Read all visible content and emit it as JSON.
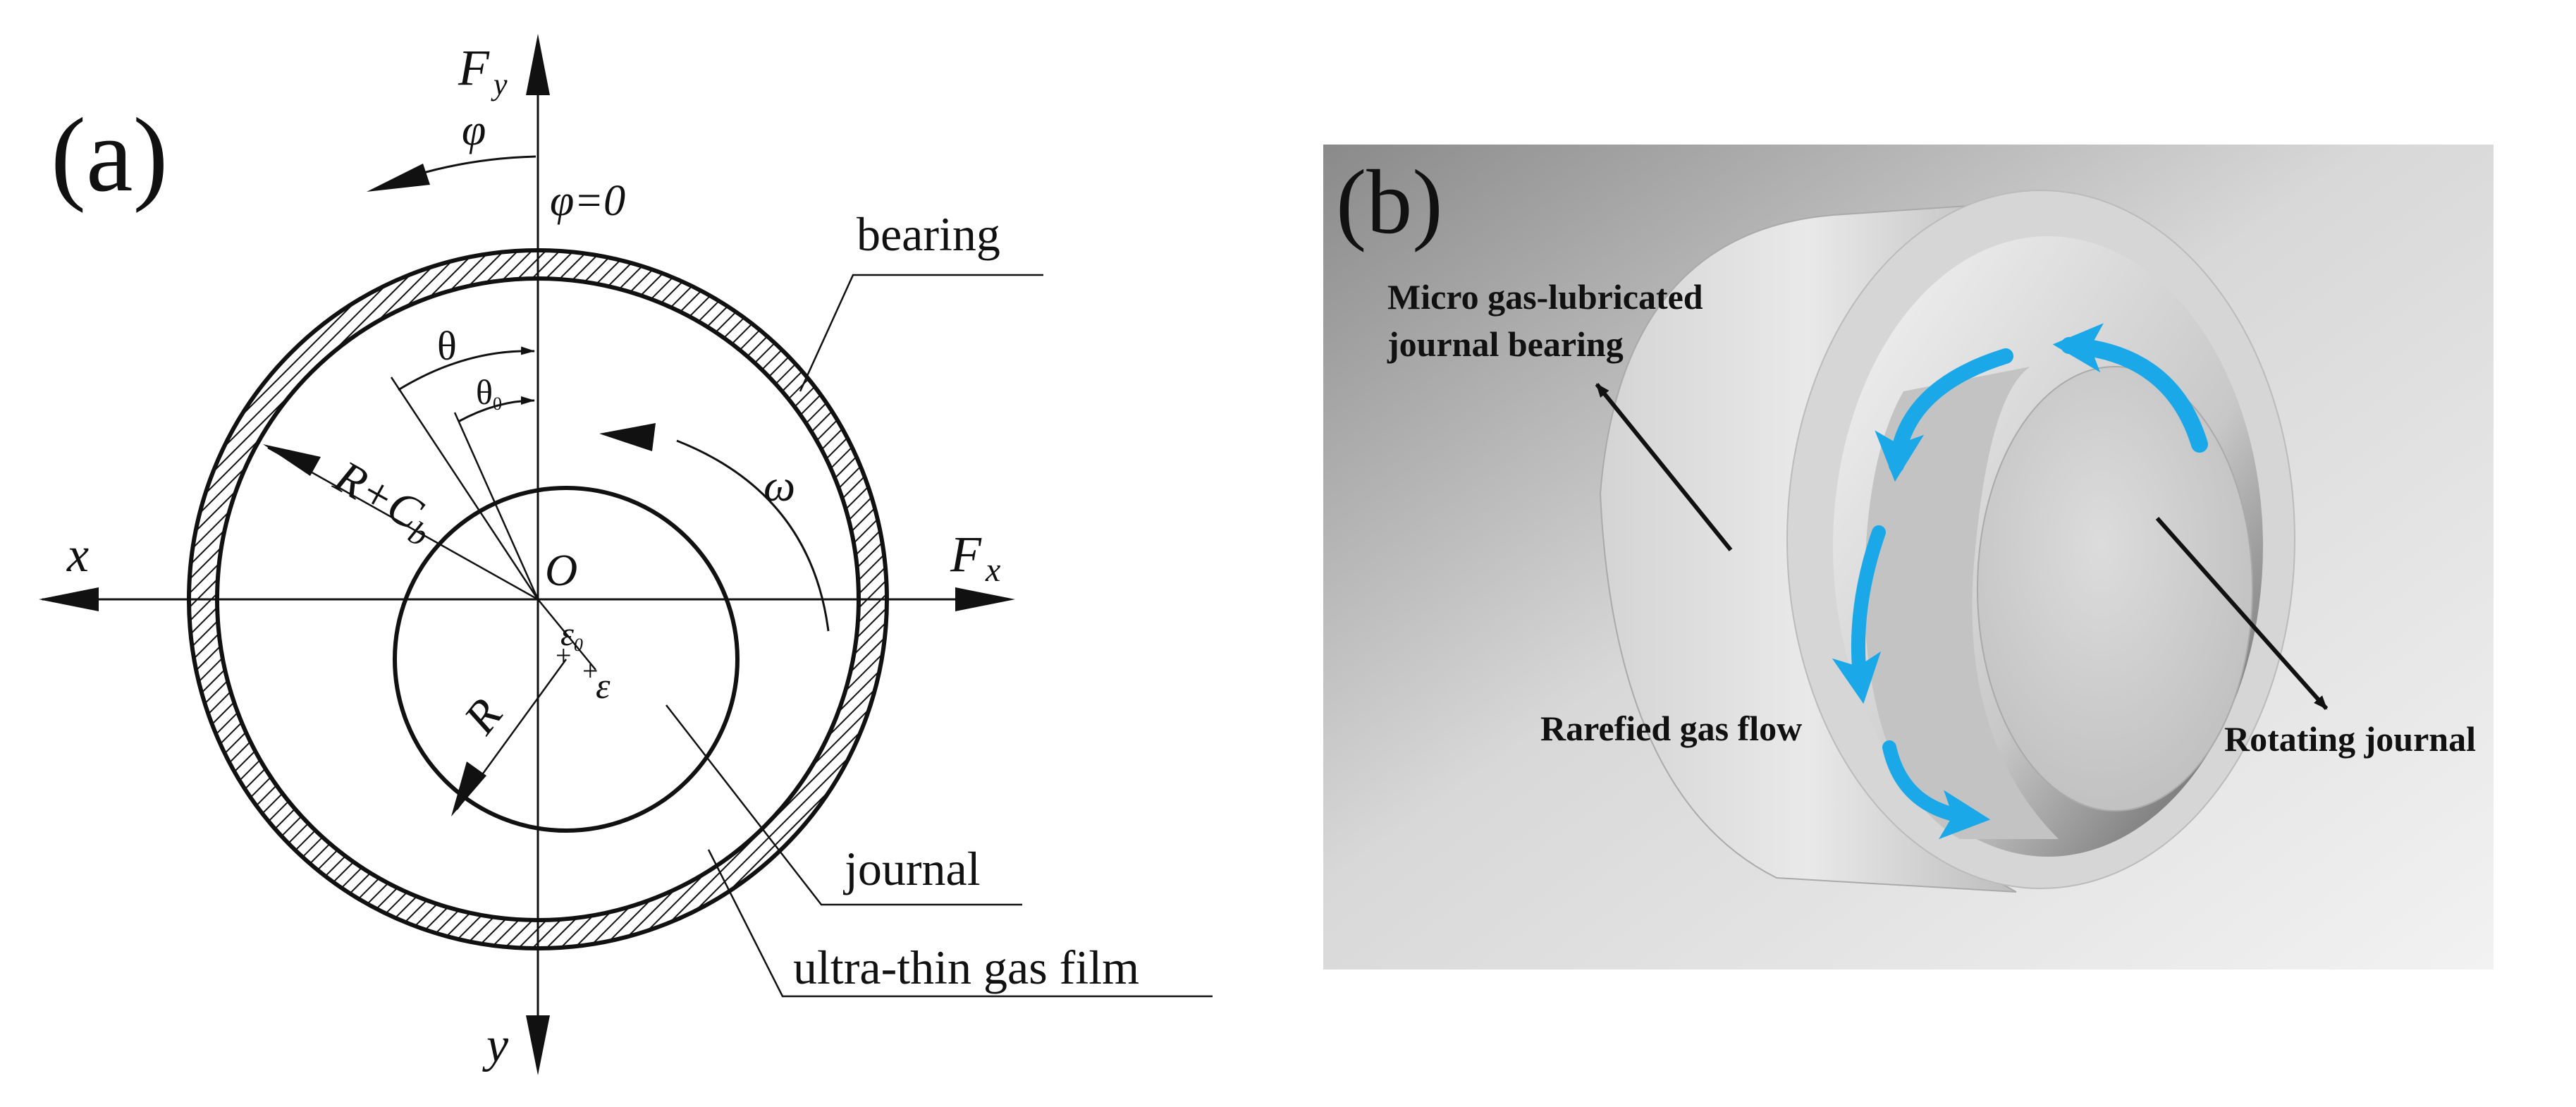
{
  "panel_a": {
    "panel_label": "(a)",
    "axis": {
      "fy": "F",
      "fy_sub": "y",
      "fx": "F",
      "fx_sub": "x",
      "x": "x",
      "y": "y"
    },
    "angles": {
      "phi": "φ",
      "phi_zero": "φ=0",
      "theta": "θ",
      "theta0": "θ",
      "theta0_sub": "0",
      "omega": "ω"
    },
    "symbols": {
      "center": "O",
      "radius": "R",
      "outer_radius": "R+C",
      "outer_radius_sub": "b",
      "eps0": "ε",
      "eps0_sub": "0",
      "eps": "ε"
    },
    "callouts": {
      "bearing": "bearing",
      "journal": "journal",
      "gas_film": "ultra-thin gas film"
    }
  },
  "panel_b": {
    "panel_label": "(b)",
    "labels": {
      "bearing_line1": "Micro gas-lubricated",
      "bearing_line2": "journal bearing",
      "flow": "Rarefied gas flow",
      "journal": "Rotating journal"
    },
    "colors": {
      "flow_arrow": "#1ba8e8",
      "metal": "#c9c9c9"
    }
  }
}
